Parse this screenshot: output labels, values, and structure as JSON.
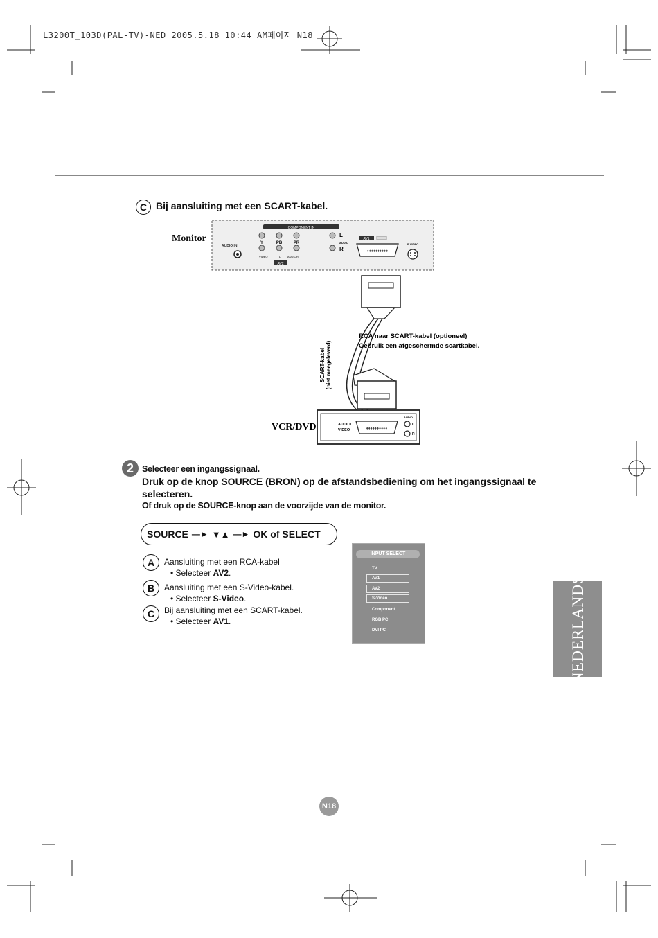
{
  "header": {
    "print_info": "L3200T_103D(PAL-TV)-NED 2005.5.18 10:44 AM페이지 N18"
  },
  "section_c": {
    "marker": "C",
    "title": "Bij aansluiting met een SCART-kabel."
  },
  "diagram": {
    "monitor_label": "Monitor",
    "vcr_label": "VCR/DVD",
    "component_in": "COMPONENT IN",
    "audio_in": "AUDIO IN",
    "y": "Y",
    "pb": "PB",
    "pr": "PR",
    "l": "L",
    "audio": "AUDIO",
    "r": "R",
    "video": "VIDEO",
    "av2": "AV2",
    "av1": "AV1",
    "s_video": "S-VIDEO",
    "vcr_av_label": "AUDIO/ VIDEO",
    "vcr_audio": "AUDIO",
    "scart_cable_vertical_1": "SCART-kabel",
    "scart_cable_vertical_2": "(niet meegeleverd)",
    "note_line1": "RCA naar SCART-kabel (optioneel)",
    "note_line2": "Gebruik een afgeschermde scartkabel."
  },
  "step2": {
    "number": "2",
    "line1": "Selecteer een ingangssignaal.",
    "line2": "Druk op de knop SOURCE (BRON) op de afstandsbediening om het ingangssignaal te",
    "line3": "selecteren.",
    "line4": "Of druk op de SOURCE-knop aan de voorzijde van de monitor."
  },
  "sequence": {
    "source": "SOURCE",
    "arrows": "▼▲",
    "ok": "OK of SELECT"
  },
  "options": [
    {
      "marker": "A",
      "text": "Aansluiting met een RCA-kabel",
      "bullet": "• Selecteer ",
      "value": "AV2",
      "end": "."
    },
    {
      "marker": "B",
      "text": "Aansluiting met een S-Video-kabel.",
      "bullet": "• Selecteer ",
      "value": "S-Video",
      "end": "."
    },
    {
      "marker": "C",
      "text": "Bij aansluiting met een SCART-kabel.",
      "bullet": "• Selecteer ",
      "value": "AV1",
      "end": "."
    }
  ],
  "menu": {
    "title": "INPUT SELECT",
    "items": [
      "TV",
      "AV1",
      "AV2",
      "S-Video",
      "Component",
      "RGB PC",
      "DVI PC"
    ]
  },
  "side_tab": "NEDERLANDS",
  "page_number": "N18"
}
